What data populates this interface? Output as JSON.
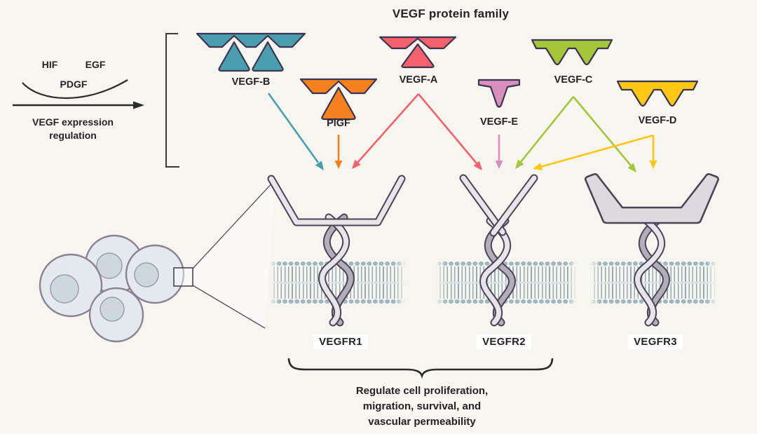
{
  "title": "VEGF protein family",
  "regulation": {
    "factors": [
      "HIF",
      "EGF",
      "PDGF"
    ],
    "caption_line1": "VEGF expression",
    "caption_line2": "regulation"
  },
  "ligands": [
    {
      "id": "vegf-b",
      "label": "VEGF-B",
      "color": "#4a9dae"
    },
    {
      "id": "plgf",
      "label": "PlGF",
      "color": "#f5821f"
    },
    {
      "id": "vegf-a",
      "label": "VEGF-A",
      "color": "#f4606b"
    },
    {
      "id": "vegf-e",
      "label": "VEGF-E",
      "color": "#d88fbb"
    },
    {
      "id": "vegf-c",
      "label": "VEGF-C",
      "color": "#a4c63a"
    },
    {
      "id": "vegf-d",
      "label": "VEGF-D",
      "color": "#fdc713"
    }
  ],
  "receptors": [
    {
      "id": "vegfr1",
      "label": "VEGFR1"
    },
    {
      "id": "vegfr2",
      "label": "VEGFR2"
    },
    {
      "id": "vegfr3",
      "label": "VEGFR3"
    }
  ],
  "interactions": [
    {
      "from": "VEGF-B",
      "to": "VEGFR1",
      "color": "#4a9dae"
    },
    {
      "from": "PlGF",
      "to": "VEGFR1",
      "color": "#f5821f"
    },
    {
      "from": "VEGF-A",
      "to": "VEGFR1",
      "color": "#f4606b"
    },
    {
      "from": "VEGF-A",
      "to": "VEGFR2",
      "color": "#f4606b"
    },
    {
      "from": "VEGF-E",
      "to": "VEGFR2",
      "color": "#d88fbb"
    },
    {
      "from": "VEGF-C",
      "to": "VEGFR2",
      "color": "#a4c63a"
    },
    {
      "from": "VEGF-C",
      "to": "VEGFR3",
      "color": "#a4c63a"
    },
    {
      "from": "VEGF-D",
      "to": "VEGFR2",
      "color": "#fdc713"
    },
    {
      "from": "VEGF-D",
      "to": "VEGFR3",
      "color": "#fdc713"
    }
  ],
  "outcome": {
    "line1": "Regulate cell proliferation,",
    "line2": "migration, survival, and",
    "line3": "vascular permeability"
  },
  "colors": {
    "background": "#f6f5f0",
    "outline": "#3c3450",
    "text": "#262227",
    "membrane": "#9fb7bf",
    "receptor_fill": "#e7e5e9",
    "receptor_dark_strand": "#b2aeb8",
    "cell_fill": "#e4e9ed"
  }
}
